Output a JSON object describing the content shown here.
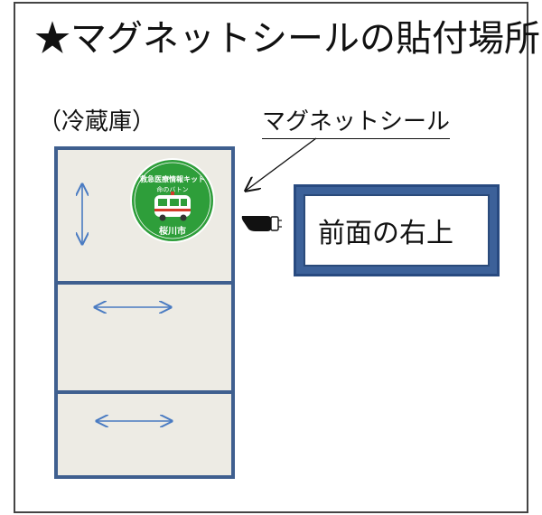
{
  "title": "★マグネットシールの貼付場所",
  "fridge": {
    "label": "（冷蔵庫）"
  },
  "sticker": {
    "label": "マグネットシール"
  },
  "callout": {
    "text": "前面の右上"
  },
  "badge": {
    "top_text": "救急医療情報キット",
    "middle_text": "命のバトン",
    "bottom_text": "桜川市"
  },
  "colors": {
    "frame_border": "#444444",
    "fridge_border": "#3f5f8f",
    "fridge_fill": "#edebe4",
    "arrow": "#4a7bc2",
    "callout_outer": "#3c6199",
    "badge_green": "#2e9e3a",
    "car_red": "#d23a2a"
  },
  "icons": [
    "pointing-hand-icon",
    "double-arrow-vertical-icon",
    "double-arrow-horizontal-icon",
    "ambulance-icon"
  ]
}
